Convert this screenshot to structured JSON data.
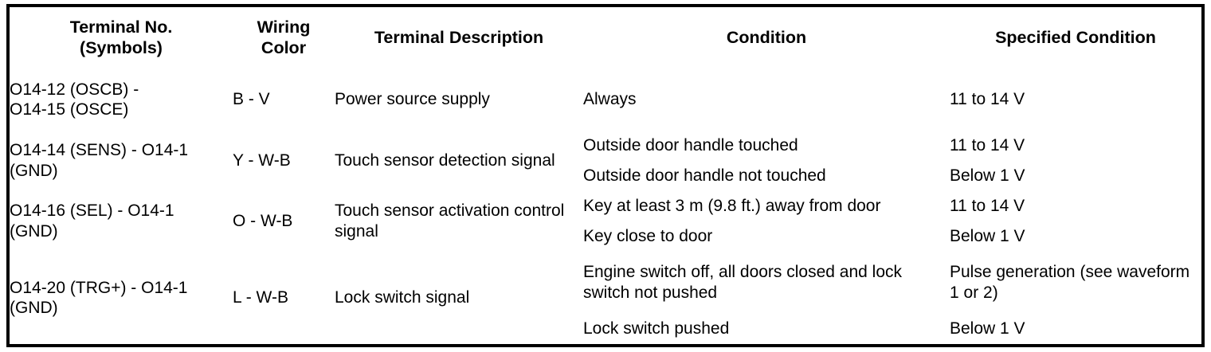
{
  "table": {
    "headers": [
      {
        "id": "terminal-no",
        "label": "Terminal No.\n(Symbols)",
        "line1": "Terminal No.",
        "line2": "(Symbols)"
      },
      {
        "id": "wiring-color",
        "label": "Wiring\nColor",
        "line1": "Wiring",
        "line2": "Color"
      },
      {
        "id": "terminal-description",
        "label": "Terminal Description"
      },
      {
        "id": "condition",
        "label": "Condition"
      },
      {
        "id": "specified-condition",
        "label": "Specified Condition"
      }
    ],
    "groups": [
      {
        "terminal_no": "O14-12 (OSCB) - O14-15 (OSCE)",
        "terminal_no_line1": "O14-12 (OSCB) -",
        "terminal_no_line2": "O14-15 (OSCE)",
        "wiring_color": "B - V",
        "terminal_description": "Power source supply",
        "rows": [
          {
            "condition": "Always",
            "specified_condition": "11 to 14 V"
          }
        ]
      },
      {
        "terminal_no": "O14-14 (SENS) - O14-1 (GND)",
        "terminal_no_line1": "O14-14 (SENS) - O14-1",
        "terminal_no_line2": "(GND)",
        "wiring_color": "Y - W-B",
        "terminal_description": "Touch sensor detection signal",
        "rows": [
          {
            "condition": "Outside door handle touched",
            "specified_condition": "11 to 14 V"
          },
          {
            "condition": "Outside door handle not touched",
            "specified_condition": "Below 1 V"
          }
        ]
      },
      {
        "terminal_no": "O14-16 (SEL) - O14-1 (GND)",
        "terminal_no_line1": "O14-16 (SEL) - O14-1",
        "terminal_no_line2": "(GND)",
        "wiring_color": "O - W-B",
        "terminal_description": "Touch sensor activation control signal",
        "rows": [
          {
            "condition": "Key at least 3 m (9.8 ft.) away from door",
            "specified_condition": "11 to 14 V"
          },
          {
            "condition": "Key close to door",
            "specified_condition": "Below 1 V"
          }
        ]
      },
      {
        "terminal_no": "O14-20 (TRG+) - O14-1 (GND)",
        "terminal_no_line1": "O14-20 (TRG+) - O14-1",
        "terminal_no_line2": "(GND)",
        "wiring_color": "L - W-B",
        "terminal_description": "Lock switch signal",
        "rows": [
          {
            "condition": "Engine switch off, all doors closed and lock switch not pushed",
            "specified_condition": "Pulse generation (see waveform 1 or 2)"
          },
          {
            "condition": "Lock switch pushed",
            "specified_condition": "Below 1 V"
          }
        ]
      }
    ]
  },
  "colors": {
    "text": "#000000",
    "background": "#ffffff",
    "rule": "#000000"
  }
}
